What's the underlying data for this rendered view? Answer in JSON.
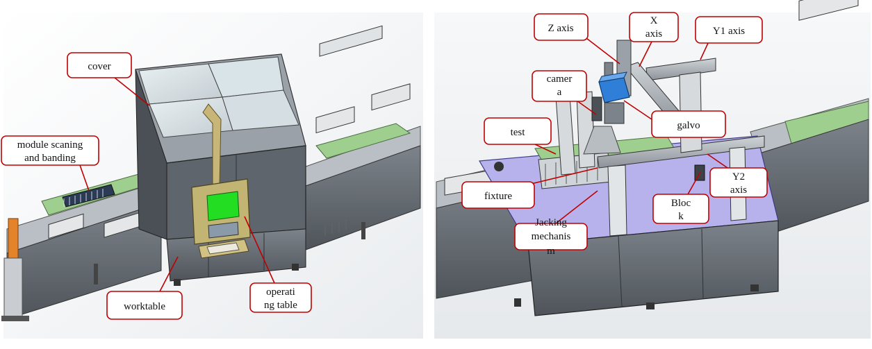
{
  "left_panel": {
    "labels": {
      "cover": "cover",
      "module_line1": "module scaning",
      "module_line2": "and banding",
      "worktable": "worktable",
      "operating_line1": "operati",
      "operating_line2": "ng table"
    }
  },
  "right_panel": {
    "labels": {
      "z_axis": "Z axis",
      "x_axis_line1": "X",
      "x_axis_line2": "axis",
      "y1_axis": "Y1 axis",
      "camera_line1": "camer",
      "camera_line2": "a",
      "galvo": "galvo",
      "test": "test",
      "fixture": "fixture",
      "y2_line1": "Y2",
      "y2_line2": "axis",
      "block_line1": "Bloc",
      "block_line2": "k",
      "jacking_line1": "Jacking",
      "jacking_line2": "mechanis",
      "jacking_line3": "m"
    }
  },
  "colors": {
    "callout_border": "#c00000",
    "machine_gray": "#8a9096",
    "green_plate": "#a9d79a",
    "screen_green": "#22dd22",
    "galvo_blue": "#2f7fd8",
    "jack_purple": "#b7b2ec",
    "cabinet": "#6f757c"
  }
}
